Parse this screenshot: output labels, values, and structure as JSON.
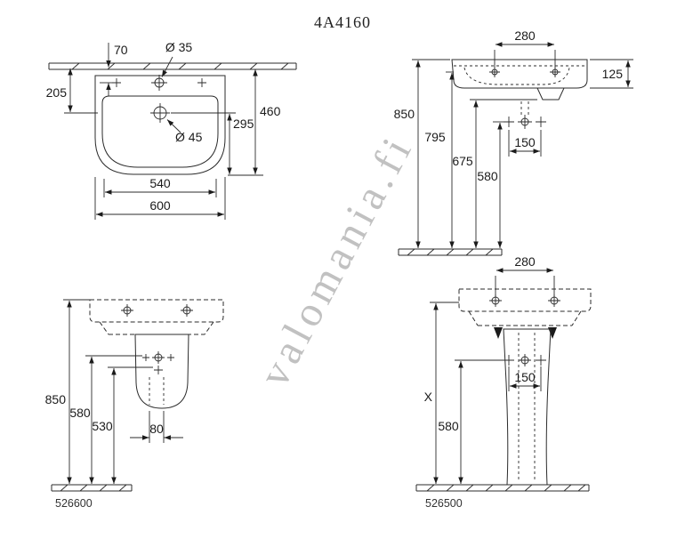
{
  "title": "4A4160",
  "watermark": "valomania.fi",
  "plan_view": {
    "wall_offset_70": "70",
    "tap_hole_dia": "Ø 35",
    "depth_205": "205",
    "depth_460": "460",
    "depth_295": "295",
    "drain_dia": "Ø 45",
    "width_540": "540",
    "width_600": "600"
  },
  "side_view": {
    "tap_spacing_280": "280",
    "rim_height_125": "125",
    "height_850": "850",
    "height_795": "795",
    "height_675": "675",
    "height_580": "580",
    "supply_spacing_150": "150"
  },
  "semi_pedestal_view": {
    "height_850": "850",
    "height_580": "580",
    "height_530": "530",
    "drain_width_80": "80",
    "product_code": "526600"
  },
  "pedestal_view": {
    "tap_spacing_280": "280",
    "supply_spacing_150": "150",
    "height_x": "X",
    "height_580": "580",
    "product_code": "526500"
  }
}
